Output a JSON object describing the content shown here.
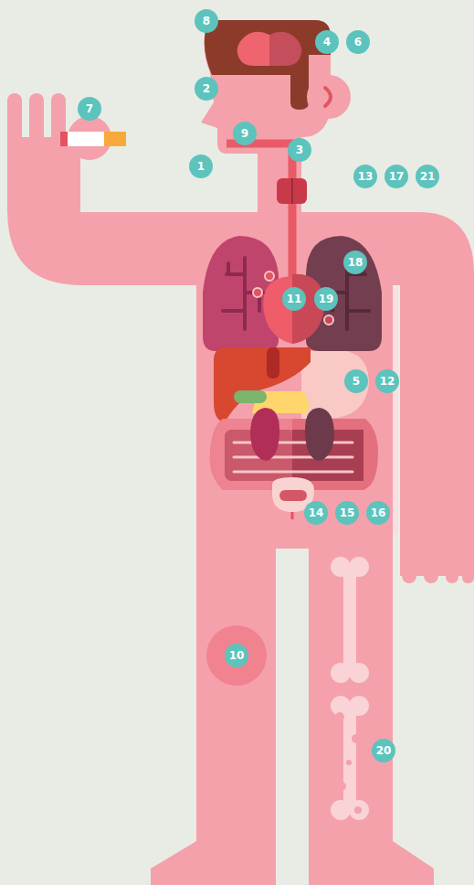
{
  "diagram": {
    "labels": [
      "8",
      "4",
      "6",
      "2",
      "7",
      "9",
      "3",
      "1",
      "13",
      "17",
      "21",
      "18",
      "11",
      "19",
      "5",
      "12",
      "14",
      "15",
      "16",
      "10",
      "20"
    ]
  }
}
